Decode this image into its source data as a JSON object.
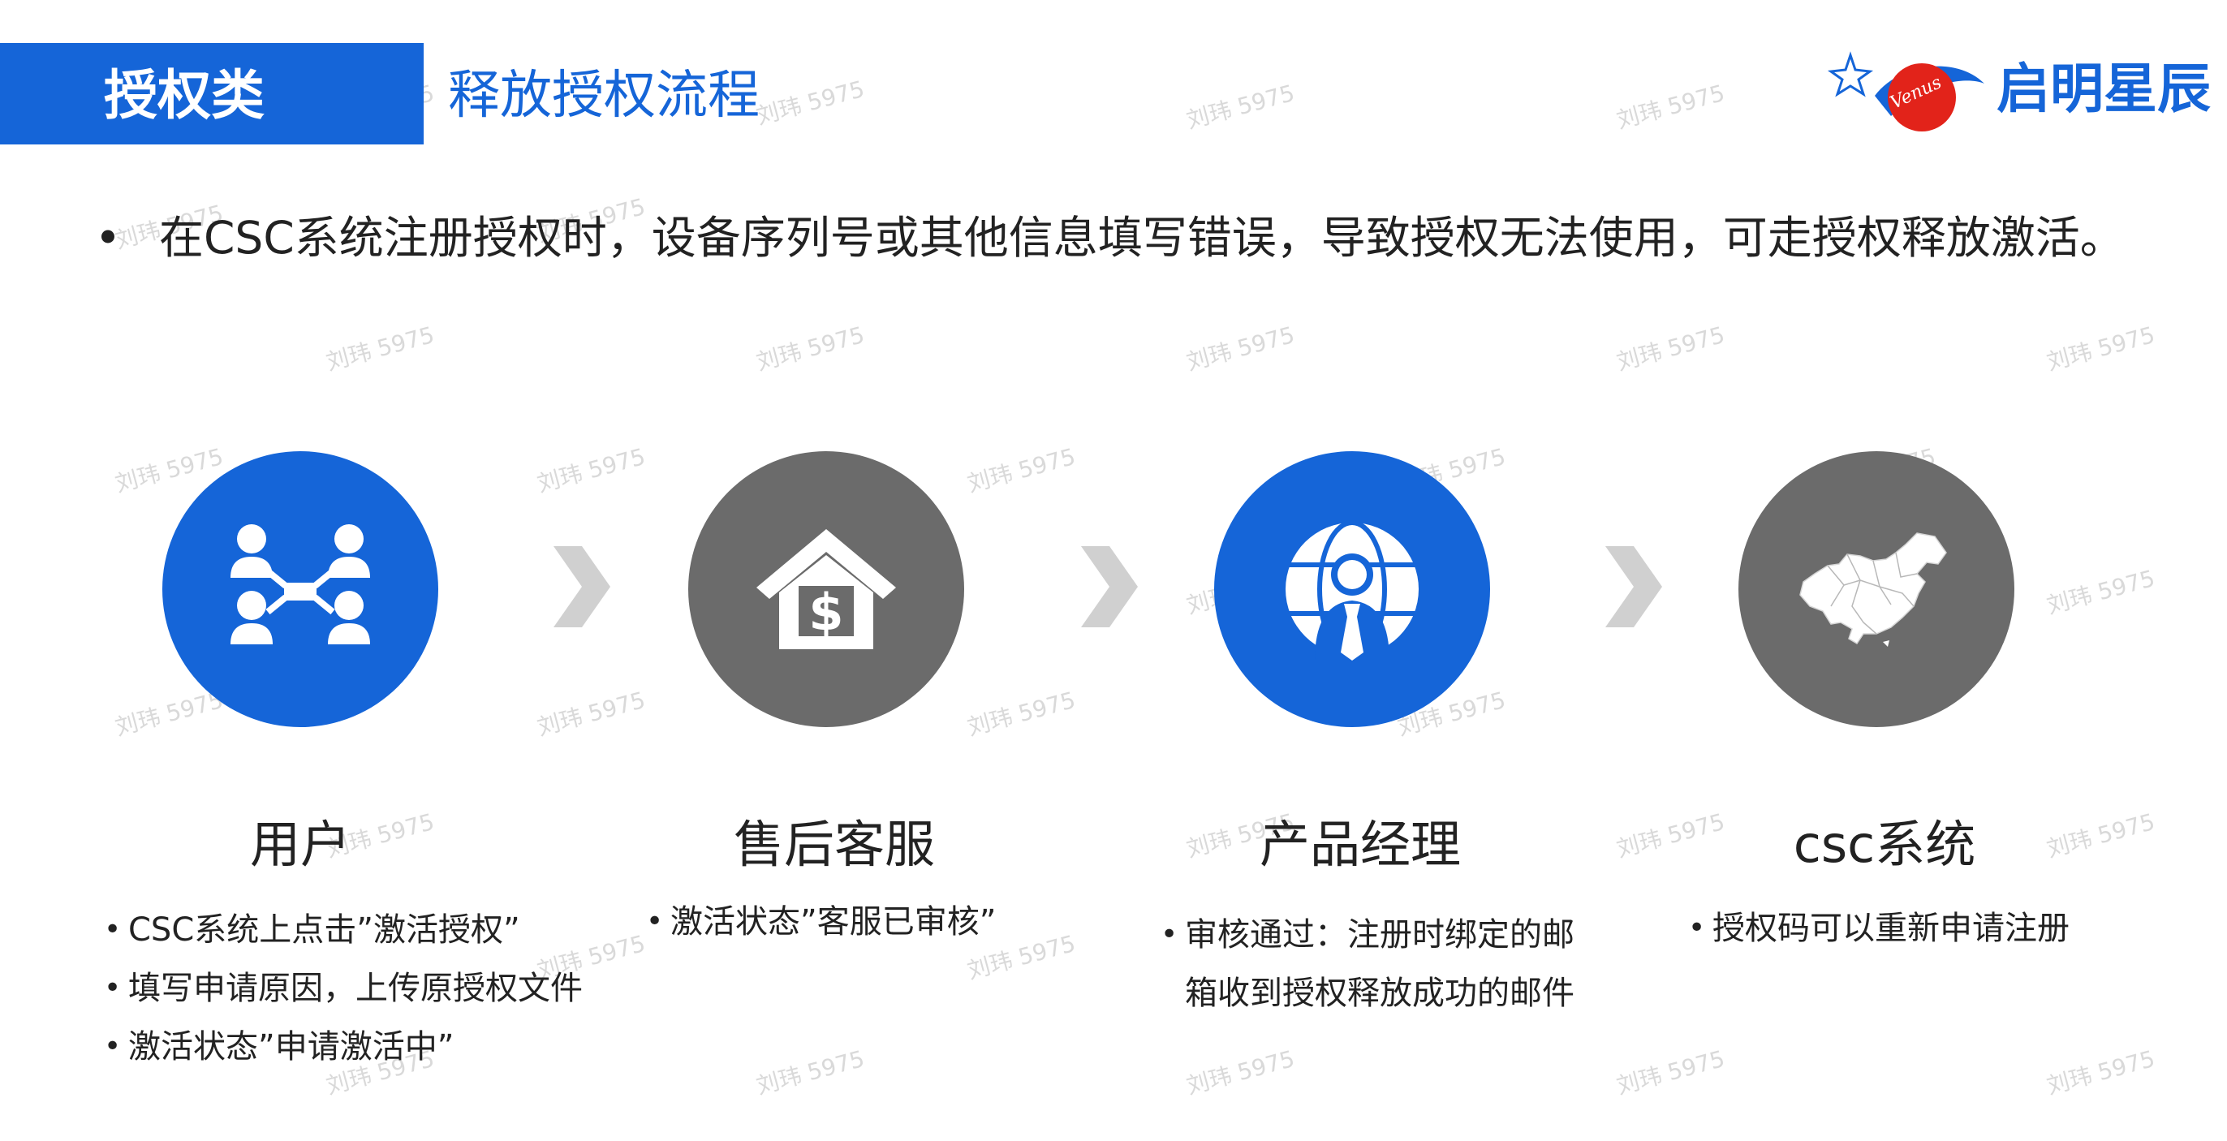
{
  "header": {
    "category": "授权类",
    "title": "释放授权流程"
  },
  "logo": {
    "mark_text": "Venus",
    "name": "启明星辰"
  },
  "intro": {
    "bullet": "•",
    "text": "在CSC系统注册授权时，设备序列号或其他信息填写错误，导致授权无法使用，可走授权释放激活。"
  },
  "steps": [
    {
      "title": "用户",
      "icon": "people-network-icon",
      "color": "#1565d8",
      "bullets": [
        "CSC系统上点击”激活授权”",
        "填写申请原因，上传原授权文件",
        "激活状态”申请激活中”"
      ]
    },
    {
      "title": "售后客服",
      "icon": "house-dollar-icon",
      "color": "#6b6b6b",
      "bullets": [
        "激活状态”客服已审核”"
      ]
    },
    {
      "title": "产品经理",
      "icon": "globe-businessman-icon",
      "color": "#1565d8",
      "bullets": [
        "审核通过：注册时绑定的邮箱收到授权释放成功的邮件"
      ]
    },
    {
      "title": "csc系统",
      "icon": "china-map-icon",
      "color": "#6b6b6b",
      "bullets": [
        "授权码可以重新申请注册"
      ]
    }
  ],
  "watermark": "刘玮 5975",
  "colors": {
    "brand_blue": "#1565d8",
    "step_gray": "#6b6b6b",
    "arrow_gray": "#d0d0d0"
  }
}
